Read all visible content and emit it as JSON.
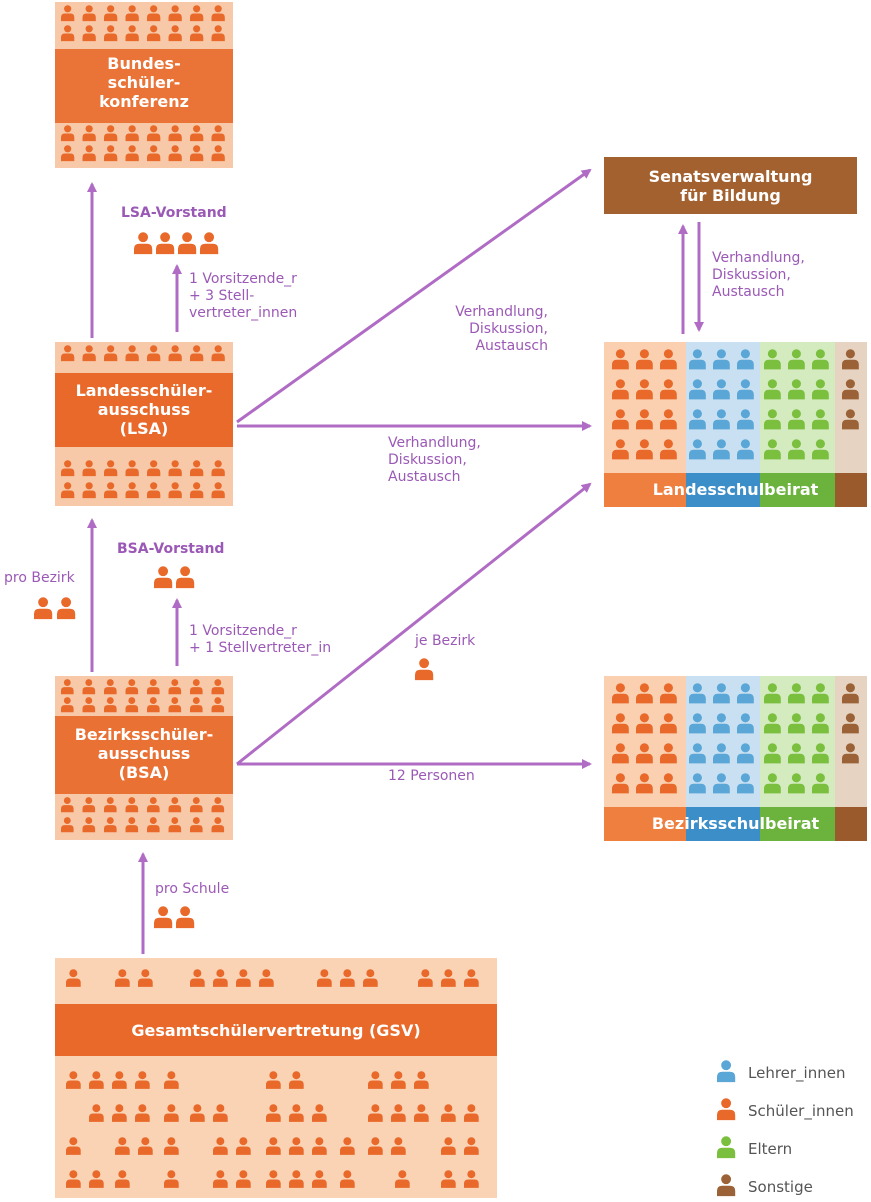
{
  "colors": {
    "student": "#e8692a",
    "teacher": "#5aa6d6",
    "parent": "#7bbf3e",
    "other": "#9a6236",
    "arrow": "#b06cc4",
    "label": "#9b59b6",
    "boxBg": "#f8c9a8",
    "gsvBg": "#fad3b5",
    "senat": "#a2612f"
  },
  "bodies": {
    "bundes": "Bundes-\nschüler-\nkonferenz",
    "lsa": "Landesschüler-\nausschuss\n(LSA)",
    "bsa": "Bezirksschüler-\nausschuss\n(BSA)",
    "gsv": "Gesamtschülervertretung (GSV)",
    "senat": "Senatsverwaltung\nfür Bildung",
    "landesbeirat": "Landesschulbeirat",
    "bezirksbeirat": "Bezirksschulbeirat"
  },
  "labels": {
    "lsa_vorstand": "LSA-Vorstand",
    "lsa_vorstand_desc": "1 Vorsitzende_r\n+ 3 Stell-\nvertreter_innen",
    "bsa_vorstand": "BSA-Vorstand",
    "bsa_vorstand_desc": "1 Vorsitzende_r\n+ 1 Stellvertreter_in",
    "pro_bezirk": "pro Bezirk",
    "pro_schule": "pro Schule",
    "je_bezirk": "je Bezirk",
    "vda_senat": "Verhandlung,\nDiskussion,\nAustausch",
    "vda_diag": "Verhandlung,\nDiskussion,\nAustausch",
    "vda_horiz": "Verhandlung,\nDiskussion,\nAustausch",
    "zwoelf": "12 Personen"
  },
  "legend": [
    {
      "label": "Lehrer_innen",
      "color": "#5aa6d6",
      "icon": "teacher-person-icon"
    },
    {
      "label": "Schüler_innen",
      "color": "#e8692a",
      "icon": "student-person-icon"
    },
    {
      "label": "Eltern",
      "color": "#7bbf3e",
      "icon": "parent-person-icon"
    },
    {
      "label": "Sonstige",
      "color": "#9a6236",
      "icon": "other-person-icon"
    }
  ]
}
